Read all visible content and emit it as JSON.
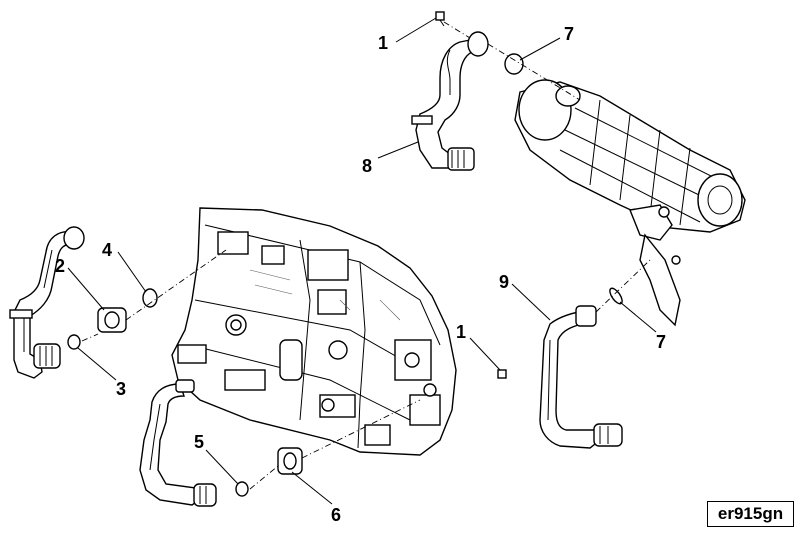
{
  "callouts": [
    {
      "id": "c1a",
      "label": "1"
    },
    {
      "id": "c7a",
      "label": "7"
    },
    {
      "id": "c8",
      "label": "8"
    },
    {
      "id": "c2",
      "label": "2"
    },
    {
      "id": "c4",
      "label": "4"
    },
    {
      "id": "c3",
      "label": "3"
    },
    {
      "id": "c9",
      "label": "9"
    },
    {
      "id": "c1b",
      "label": "1"
    },
    {
      "id": "c7b",
      "label": "7"
    },
    {
      "id": "c5",
      "label": "5"
    },
    {
      "id": "c6",
      "label": "6"
    }
  ],
  "reference_code": "er915gn"
}
